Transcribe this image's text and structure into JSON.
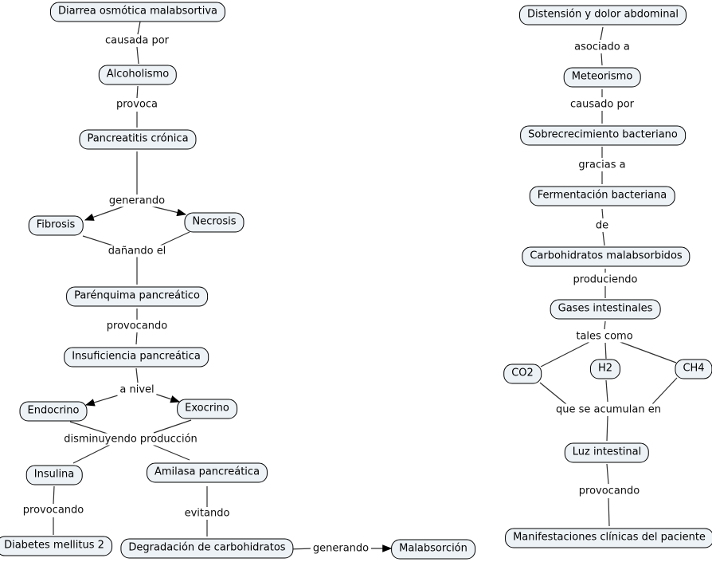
{
  "colors": {
    "background": "#ffffff",
    "node_fill": "#edf2f6",
    "node_border": "#000000",
    "line": "#2e2e2e",
    "text": "#000000"
  },
  "left_map": {
    "concepts": {
      "diarrea": "Diarrea osmótica malabsortiva",
      "alcoholismo": "Alcoholismo",
      "pancreatitis": "Pancreatitis crónica",
      "fibrosis": "Fibrosis",
      "necrosis": "Necrosis",
      "parenquima": "Parénquima pancreático",
      "insuficiencia": "Insuficiencia pancreática",
      "endocrino": "Endocrino",
      "exocrino": "Exocrino",
      "insulina": "Insulina",
      "amilasa": "Amilasa pancreática",
      "diabetes": "Diabetes mellitus 2",
      "degradacion": "Degradación de carbohidratos",
      "malabsorcion": "Malabsorción"
    },
    "linking_phrases": {
      "causada_por": "causada por",
      "provoca": "provoca",
      "generando_1": "generando",
      "danando_el": "dañando el",
      "provocando_1": "provocando",
      "a_nivel": "a nivel",
      "disminuyendo": "disminuyendo producción",
      "provocando_2": "provocando",
      "evitando": "evitando",
      "generando_2": "generando"
    },
    "edges": [
      {
        "from": "Diarrea osmótica malabsortiva",
        "label": "causada por",
        "to": [
          "Alcoholismo"
        ],
        "arrow": false
      },
      {
        "from": "Alcoholismo",
        "label": "provoca",
        "to": [
          "Pancreatitis crónica"
        ],
        "arrow": false
      },
      {
        "from": "Pancreatitis crónica",
        "label": "generando",
        "to": [
          "Fibrosis",
          "Necrosis"
        ],
        "arrow": true
      },
      {
        "from": "Fibrosis, Necrosis",
        "label": "dañando el",
        "to": [
          "Parénquima pancreático"
        ],
        "arrow": false
      },
      {
        "from": "Parénquima pancreático",
        "label": "provocando",
        "to": [
          "Insuficiencia pancreática"
        ],
        "arrow": false
      },
      {
        "from": "Insuficiencia pancreática",
        "label": "a nivel",
        "to": [
          "Endocrino",
          "Exocrino"
        ],
        "arrow": true
      },
      {
        "from": "Endocrino, Exocrino",
        "label": "disminuyendo producción",
        "to": [
          "Insulina",
          "Amilasa pancreática"
        ],
        "arrow": false
      },
      {
        "from": "Insulina",
        "label": "provocando",
        "to": [
          "Diabetes mellitus 2"
        ],
        "arrow": false
      },
      {
        "from": "Amilasa pancreática",
        "label": "evitando",
        "to": [
          "Degradación de carbohidratos"
        ],
        "arrow": false
      },
      {
        "from": "Degradación de carbohidratos",
        "label": "generando",
        "to": [
          "Malabsorción"
        ],
        "arrow": true
      }
    ]
  },
  "right_map": {
    "concepts": {
      "distension": "Distensión y dolor abdominal",
      "meteorismo": "Meteorismo",
      "sobrecrecimiento": "Sobrecrecimiento bacteriano",
      "fermentacion": "Fermentación bacteriana",
      "carbohidratos": "Carbohidratos malabsorbidos",
      "gases": "Gases intestinales",
      "co2": "CO2",
      "h2": "H2",
      "ch4": "CH4",
      "luz": "Luz intestinal",
      "manifestaciones": "Manifestaciones clínicas del paciente"
    },
    "linking_phrases": {
      "asociado_a": "asociado a",
      "causado_por": "causado por",
      "gracias_a": "gracias a",
      "de": "de",
      "produciendo": "produciendo",
      "tales_como": "tales como",
      "acumulan": "que se acumulan en",
      "provocando": "provocando"
    },
    "edges": [
      {
        "from": "Distensión y dolor abdominal",
        "label": "asociado a",
        "to": [
          "Meteorismo"
        ],
        "arrow": false
      },
      {
        "from": "Meteorismo",
        "label": "causado por",
        "to": [
          "Sobrecrecimiento bacteriano"
        ],
        "arrow": false
      },
      {
        "from": "Sobrecrecimiento bacteriano",
        "label": "gracias a",
        "to": [
          "Fermentación bacteriana"
        ],
        "arrow": false
      },
      {
        "from": "Fermentación bacteriana",
        "label": "de",
        "to": [
          "Carbohidratos malabsorbidos"
        ],
        "arrow": false
      },
      {
        "from": "Carbohidratos malabsorbidos",
        "label": "produciendo",
        "to": [
          "Gases intestinales"
        ],
        "arrow": false
      },
      {
        "from": "Gases intestinales",
        "label": "tales como",
        "to": [
          "CO2",
          "H2",
          "CH4"
        ],
        "arrow": false
      },
      {
        "from": "CO2, H2, CH4",
        "label": "que se acumulan en",
        "to": [
          "Luz intestinal"
        ],
        "arrow": false
      },
      {
        "from": "Luz intestinal",
        "label": "provocando",
        "to": [
          "Manifestaciones clínicas del paciente"
        ],
        "arrow": false
      }
    ]
  }
}
